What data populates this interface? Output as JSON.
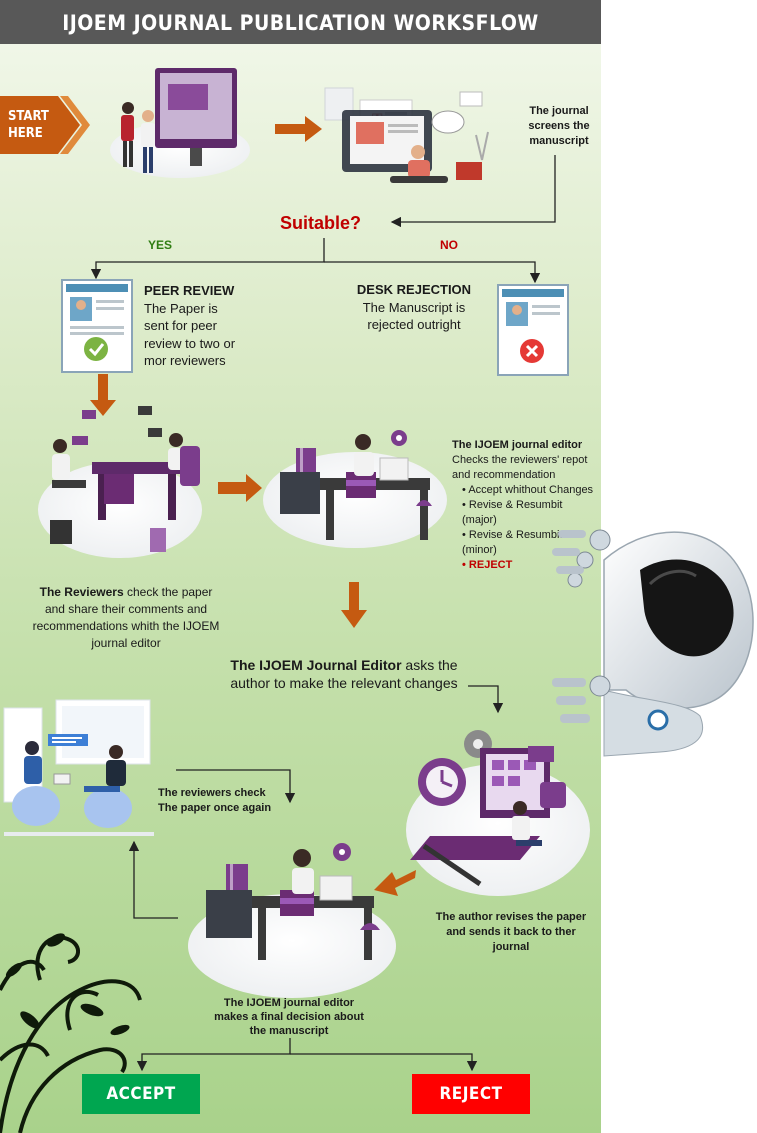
{
  "title": "IJOEM JOURNAL PUBLICATION WORKSFLOW",
  "start": {
    "line1": "START",
    "line2": "HERE"
  },
  "screen_text": "The journal screens the manuscript",
  "decision": "Suitable?",
  "yes_label": "YES",
  "no_label": "NO",
  "peer_review": {
    "heading": "PEER REVIEW",
    "body": "The Paper is sent for peer review to two or mor reviewers"
  },
  "desk_rejection": {
    "heading": "DESK REJECTION",
    "body": "The Manuscript is rejected outright"
  },
  "reviewers_text": {
    "bold": "The Reviewers",
    "rest": " check the paper and share their comments and recommendations whith the IJOEM journal editor"
  },
  "editor_check": {
    "heading": "The IJOEM  journal editor",
    "body": "Checks the reviewers' repot and recommendation",
    "options": [
      "Accept whithout Changes",
      "Revise & Resumbit (major)",
      "Revise & Resumbit (minor)",
      "REJECT"
    ]
  },
  "editor_asks": {
    "bold": "The IJOEM Journal Editor",
    "rest": " asks the author to make the relevant changes"
  },
  "reviewers_again": "The reviewers check The paper once again",
  "author_revises": "The author revises the paper and sends it back to ther journal",
  "final_decision": "The IJOEM  journal editor makes a final decision about the manuscript",
  "accept_label": "ACCEPT",
  "reject_label": "REJECT",
  "colors": {
    "arrow": "#c55a11",
    "accept": "#00a650",
    "reject": "#ff0000",
    "title_bar": "#585858",
    "purple": "#6b2c73"
  }
}
